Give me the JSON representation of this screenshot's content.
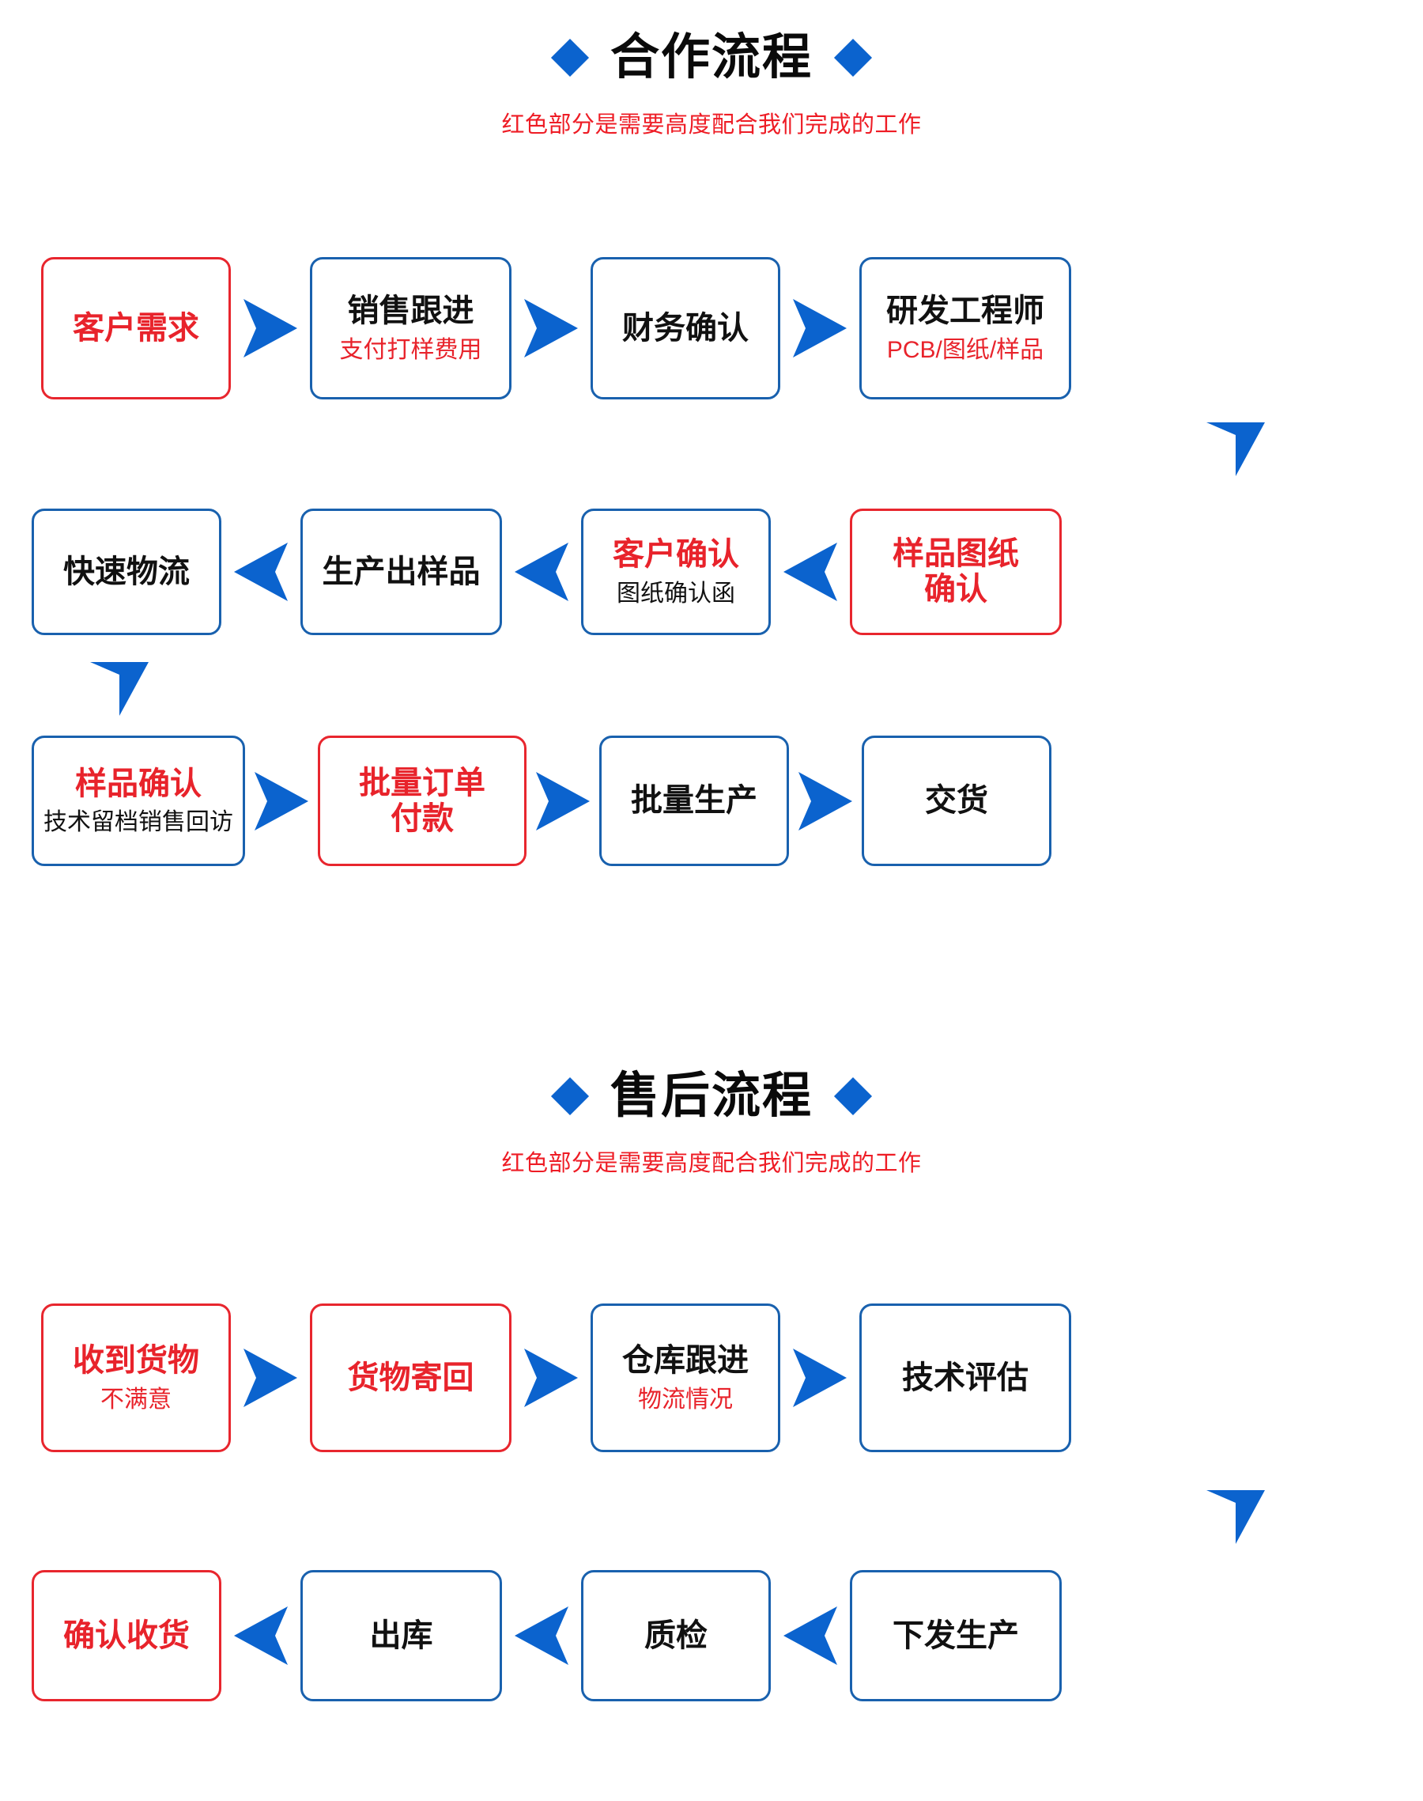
{
  "sections": [
    {
      "id": "cooperation",
      "title": "合作流程",
      "subtitle": "红色部分是需要高度配合我们完成的工作",
      "rows": [
        {
          "direction": "right",
          "nodes": [
            {
              "main": "客户需求",
              "main_color": "red",
              "border": "red",
              "sub": "",
              "sub_color": ""
            },
            {
              "main": "销售跟进",
              "main_color": "black",
              "border": "blue",
              "sub": "支付打样费用",
              "sub_color": "red"
            },
            {
              "main": "财务确认",
              "main_color": "black",
              "border": "blue",
              "sub": "",
              "sub_color": ""
            },
            {
              "main": "研发工程师",
              "main_color": "black",
              "border": "blue",
              "sub": "PCB/图纸/样品",
              "sub_color": "red"
            }
          ]
        },
        {
          "direction": "left",
          "nodes": [
            {
              "main": "快速物流",
              "main_color": "black",
              "border": "blue",
              "sub": "",
              "sub_color": ""
            },
            {
              "main": "生产出样品",
              "main_color": "black",
              "border": "blue",
              "sub": "",
              "sub_color": ""
            },
            {
              "main": "客户确认",
              "main_color": "red",
              "border": "blue",
              "sub": "图纸确认函",
              "sub_color": "black"
            },
            {
              "main": "样品图纸\n确认",
              "main_color": "red",
              "border": "red",
              "sub": "",
              "sub_color": ""
            }
          ]
        },
        {
          "direction": "right",
          "nodes": [
            {
              "main": "样品确认",
              "main_color": "red",
              "border": "blue",
              "sub": "技术留档销售回访",
              "sub_color": "black"
            },
            {
              "main": "批量订单\n付款",
              "main_color": "red",
              "border": "red",
              "sub": "",
              "sub_color": ""
            },
            {
              "main": "批量生产",
              "main_color": "black",
              "border": "blue",
              "sub": "",
              "sub_color": ""
            },
            {
              "main": "交货",
              "main_color": "black",
              "border": "blue",
              "sub": "",
              "sub_color": ""
            }
          ]
        }
      ]
    },
    {
      "id": "aftersales",
      "title": "售后流程",
      "subtitle": "红色部分是需要高度配合我们完成的工作",
      "rows": [
        {
          "direction": "right",
          "nodes": [
            {
              "main": "收到货物",
              "main_color": "red",
              "border": "red",
              "sub": "不满意",
              "sub_color": "red"
            },
            {
              "main": "货物寄回",
              "main_color": "red",
              "border": "red",
              "sub": "",
              "sub_color": ""
            },
            {
              "main": "仓库跟进",
              "main_color": "black",
              "border": "blue",
              "sub": "物流情况",
              "sub_color": "red"
            },
            {
              "main": "技术评估",
              "main_color": "black",
              "border": "blue",
              "sub": "",
              "sub_color": ""
            }
          ]
        },
        {
          "direction": "left",
          "nodes": [
            {
              "main": "确认收货",
              "main_color": "red",
              "border": "red",
              "sub": "",
              "sub_color": ""
            },
            {
              "main": "出库",
              "main_color": "black",
              "border": "blue",
              "sub": "",
              "sub_color": ""
            },
            {
              "main": "质检",
              "main_color": "black",
              "border": "blue",
              "sub": "",
              "sub_color": ""
            },
            {
              "main": "下发生产",
              "main_color": "black",
              "border": "blue",
              "sub": "",
              "sub_color": ""
            }
          ]
        }
      ]
    }
  ],
  "icons": {
    "diamond_left": "diamond-bullet-left",
    "diamond_right": "diamond-bullet-right",
    "arrow_right": "arrow-right-chevron",
    "arrow_left": "arrow-left-chevron",
    "arrow_down": "arrow-down-chevron"
  },
  "colors": {
    "blue": "#0B63CE",
    "border_blue": "#1961AE",
    "red": "#E8232B",
    "border_red": "#E8262E",
    "black": "#111111"
  }
}
